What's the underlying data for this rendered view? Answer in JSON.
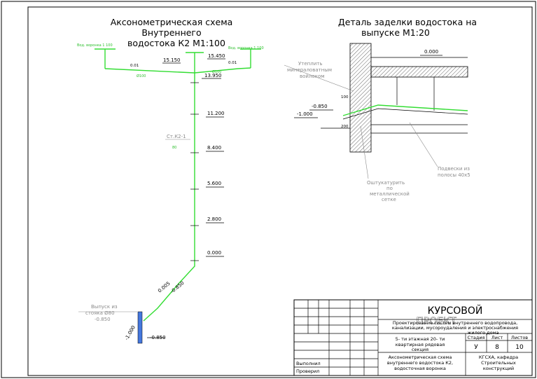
{
  "left_view": {
    "title_line1": "Аксонометрическая схема",
    "title_line2": "Внутреннего",
    "title_line3": "водостока К2 М1:100",
    "roof_marks": [
      "15.150",
      "15.450",
      "13.950"
    ],
    "slope_marks": [
      "0.01",
      "0.01"
    ],
    "floor_marks": [
      "11.200",
      "8.400",
      "5.600",
      "2.800",
      "0.000"
    ],
    "riser_label": "Ст.К2-1",
    "riser_sub": "80",
    "outlet_label_line1": "Выпуск из",
    "outlet_label_line2": "стояка Ø80",
    "outlet_label_line3": "-0.850",
    "outlet_slope_a": "0.005",
    "outlet_slope_b": "-0.850",
    "outlet_depth": "-1.000",
    "outlet_mark": "-0.850",
    "funnel_label_left": "Вод. воронка 1 100",
    "funnel_label_right": "Вод. воронка 1 100",
    "pipe_tag_left": "Ø100",
    "pipe_tag_right": "Ø100"
  },
  "right_view": {
    "title_line1": "Деталь заделки водостока на",
    "title_line2": "выпуске М1:20",
    "mark_top": "0.000",
    "mark_a": "-0.850",
    "mark_b": "-1.000",
    "note_insulate_1": "Утеплить",
    "note_insulate_2": "минераловатным",
    "note_insulate_3": "войлоком",
    "note_plaster_1": "Оштукатурить",
    "note_plaster_2": "по",
    "note_plaster_3": "металлической",
    "note_plaster_4": "сетке",
    "note_hangers_1": "Подвески из",
    "note_hangers_2": "полосы 40х5",
    "dim_1": "100",
    "dim_2": "200"
  },
  "stamp": {
    "big_title": "КУРСОВОЙ",
    "big_title_2": "ПРОЕКТ",
    "project_desc_1": "Проектирование систем внутреннего водопровода,",
    "project_desc_2": "канализации, мусороудаления и электроснабжения",
    "project_desc_3": "жилого дома",
    "building_1": "5- ти этажная 20- ти",
    "building_2": "квартирная рядовая",
    "building_3": "секция",
    "sheet_desc_1": "Аксонометрическая схема",
    "sheet_desc_2": "внутреннего водостока К2,",
    "sheet_desc_3": "водосточная воронка",
    "col_stage": "Стадия",
    "col_sheet": "Лист",
    "col_sheets": "Листов",
    "val_stage": "У",
    "val_sheet": "8",
    "val_sheets": "10",
    "org_1": "КГСХА, кафедра",
    "org_2": "Строительных",
    "org_3": "конструкций",
    "row_done": "Выполнил",
    "row_check": "Проверил"
  },
  "colors": {
    "pipe": "#33dd33",
    "leader": "#8a8a8a",
    "line": "#000000"
  }
}
